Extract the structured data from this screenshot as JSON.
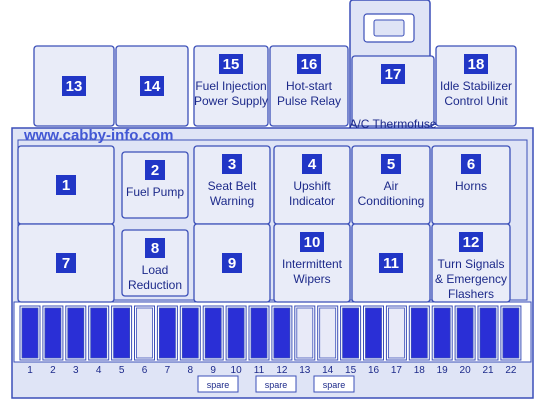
{
  "watermark": "www.cabby-info.com",
  "colors": {
    "line": "#3b4fb8",
    "fill": "#dfe4f6",
    "box": "#e9ecf8",
    "badge": "#2136c6",
    "fuse_dark": "#2a2fd6",
    "fuse_light": "#e8eaf8",
    "watermark": "#4257d4"
  },
  "relays": [
    {
      "num": "13",
      "label": ""
    },
    {
      "num": "14",
      "label": ""
    },
    {
      "num": "15",
      "label": "Fuel Injection Power Supply"
    },
    {
      "num": "16",
      "label": "Hot-start Pulse Relay"
    },
    {
      "num": "17",
      "label": "A/C Thermofuse"
    },
    {
      "num": "18",
      "label": "Idle Stabilizer Control Unit"
    },
    {
      "num": "1",
      "label": ""
    },
    {
      "num": "2",
      "label": "Fuel Pump"
    },
    {
      "num": "3",
      "label": "Seat Belt Warning"
    },
    {
      "num": "4",
      "label": "Upshift Indicator"
    },
    {
      "num": "5",
      "label": "Air Conditioning"
    },
    {
      "num": "6",
      "label": "Horns"
    },
    {
      "num": "7",
      "label": ""
    },
    {
      "num": "8",
      "label": "Load Reduction"
    },
    {
      "num": "9",
      "label": ""
    },
    {
      "num": "10",
      "label": "Intermittent Wipers"
    },
    {
      "num": "11",
      "label": ""
    },
    {
      "num": "12",
      "label": "Turn Signals & Emergency Flashers"
    }
  ],
  "fuses": [
    {
      "num": "1",
      "filled": true
    },
    {
      "num": "2",
      "filled": true
    },
    {
      "num": "3",
      "filled": true
    },
    {
      "num": "4",
      "filled": true
    },
    {
      "num": "5",
      "filled": true
    },
    {
      "num": "6",
      "filled": false
    },
    {
      "num": "7",
      "filled": true
    },
    {
      "num": "8",
      "filled": true
    },
    {
      "num": "9",
      "filled": true
    },
    {
      "num": "10",
      "filled": true
    },
    {
      "num": "11",
      "filled": true
    },
    {
      "num": "12",
      "filled": true
    },
    {
      "num": "13",
      "filled": false
    },
    {
      "num": "14",
      "filled": false
    },
    {
      "num": "15",
      "filled": true
    },
    {
      "num": "16",
      "filled": true
    },
    {
      "num": "17",
      "filled": false
    },
    {
      "num": "18",
      "filled": true
    },
    {
      "num": "19",
      "filled": true
    },
    {
      "num": "20",
      "filled": true
    },
    {
      "num": "21",
      "filled": true
    },
    {
      "num": "22",
      "filled": true
    }
  ],
  "spares": [
    "spare",
    "spare",
    "spare"
  ]
}
